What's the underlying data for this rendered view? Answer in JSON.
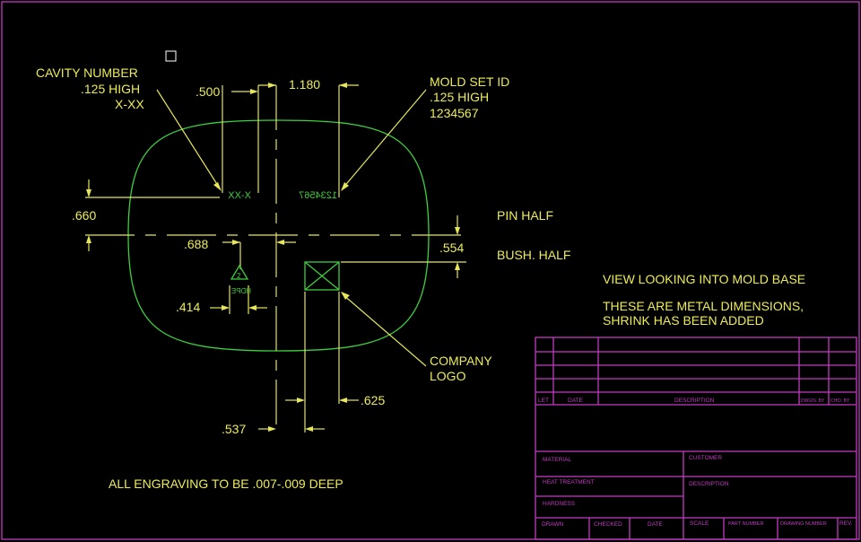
{
  "drawing": {
    "cavity_label": [
      "CAVITY NUMBER",
      ".125 HIGH",
      "X-XX"
    ],
    "mold_label": [
      "MOLD SET ID",
      ".125 HIGH",
      "1234567"
    ],
    "engraved_cavity": "X-XX",
    "engraved_mold": "1234567",
    "recycle_text": "HDPE",
    "recycle_number": "2",
    "dims": {
      "d500": ".500",
      "d1180": "1.180",
      "d660": ".660",
      "d688": ".688",
      "d554": ".554",
      "d414": ".414",
      "d625": ".625",
      "d537": ".537"
    },
    "pin_half": "PIN HALF",
    "bush_half": "BUSH. HALF",
    "company_logo": [
      "COMPANY",
      "LOGO"
    ],
    "view_note": "VIEW LOOKING INTO MOLD BASE",
    "metal_note": [
      "THESE ARE METAL DIMENSIONS,",
      "SHRINK HAS BEEN ADDED"
    ],
    "engraving_note": "ALL ENGRAVING TO BE .007-.009 DEEP"
  },
  "title_block": {
    "revision_headers": [
      "LET",
      "DATE",
      "DESCRIPTION",
      "DWG'N. BY",
      "CH'D. BY"
    ],
    "material": "MATERIAL",
    "heat_treatment": "HEAT TREATMENT",
    "hardness": "HARDNESS",
    "customer": "CUSTOMER",
    "description": "DESCRIPTION",
    "bottom": [
      "DRAWN",
      "CHECKED",
      "DATE",
      "SCALE",
      "PART NUMBER",
      "DRAWING NUMBER",
      "REV."
    ]
  },
  "colors": {
    "dimension": "#ecec5a",
    "part": "#3ecf3e",
    "border": "#c23ac2"
  }
}
